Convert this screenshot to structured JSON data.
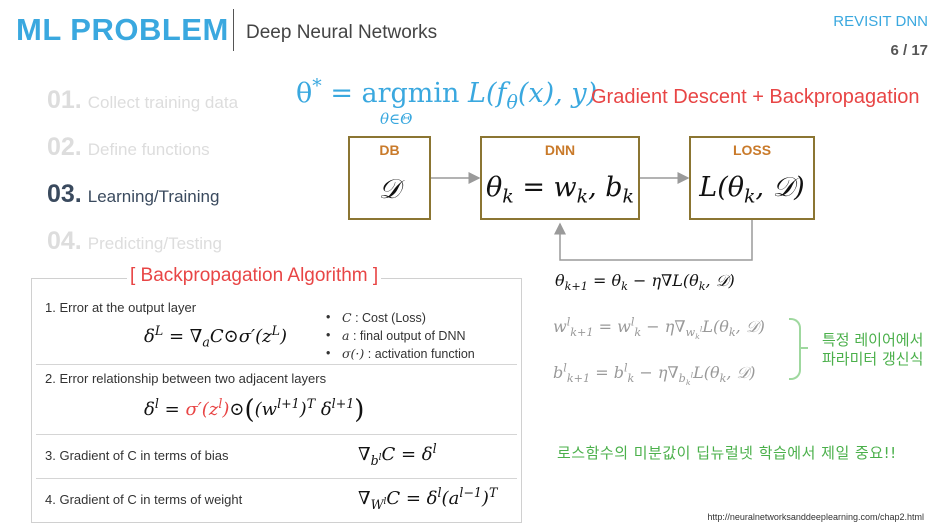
{
  "header": {
    "title": "ML PROBLEM",
    "subtitle": "Deep Neural Networks",
    "section": "REVISIT DNN",
    "page": "6 / 17"
  },
  "steps": [
    {
      "num": "01.",
      "label": "Collect training data",
      "state": "inactive"
    },
    {
      "num": "02.",
      "label": "Define functions",
      "state": "inactive"
    },
    {
      "num": "03.",
      "label": "Learning/Training",
      "state": "active"
    },
    {
      "num": "04.",
      "label": "Predicting/Testing",
      "state": "inactive"
    }
  ],
  "objective": {
    "formula": "θ* = argmin L(fθ(x), y)",
    "subscript": "θ∈Θ",
    "method": "Gradient Descent + Backpropagation"
  },
  "diagram": {
    "boxes": [
      {
        "label": "DB",
        "math": "𝒟"
      },
      {
        "label": "DNN",
        "math": "θk = wk, bk"
      },
      {
        "label": "LOSS",
        "math": "L(θk, 𝒟)"
      }
    ]
  },
  "updates": {
    "theta": "θk+1 = θk − η∇L(θk, 𝒟)",
    "weight": "wlk+1 = wlk − η∇wlk L(θk, 𝒟)",
    "bias": "blk+1 = blk − η∇blk L(θk, 𝒟)",
    "note_line1": "특정 레이어에서",
    "note_line2": "파라미터 갱신식",
    "importance": "로스함수의 미분값이 딥뉴럴넷 학습에서 제일 중요!!"
  },
  "backprop": {
    "heading": "[ Backpropagation Algorithm ]",
    "rows": [
      {
        "text": "1. Error at the output layer",
        "equation": "δL = ∇aC⊙σ′(zL)"
      },
      {
        "text": "2. Error relationship between two adjacent layers",
        "equation": "δl = σ′(zl)⊙((wl+1)T δl+1)"
      },
      {
        "text": "3. Gradient of C in terms of bias",
        "equation": "∇blC = δl"
      },
      {
        "text": "4. Gradient of C in terms of weight",
        "equation": "∇WlC = δl(al−1)T"
      }
    ],
    "legend": [
      {
        "symbol": "C",
        "desc": ": Cost (Loss)"
      },
      {
        "symbol": "a",
        "desc": ": final output of DNN"
      },
      {
        "symbol": "σ(·)",
        "desc": ": activation function"
      }
    ]
  },
  "source_url": "http://neuralnetworksanddeeplearning.com/chap2.html",
  "colors": {
    "accent_blue": "#3aa8df",
    "accent_red": "#e84545",
    "note_green": "#4bb04b",
    "box_border": "#8b7532",
    "box_label": "#c97a2a"
  }
}
